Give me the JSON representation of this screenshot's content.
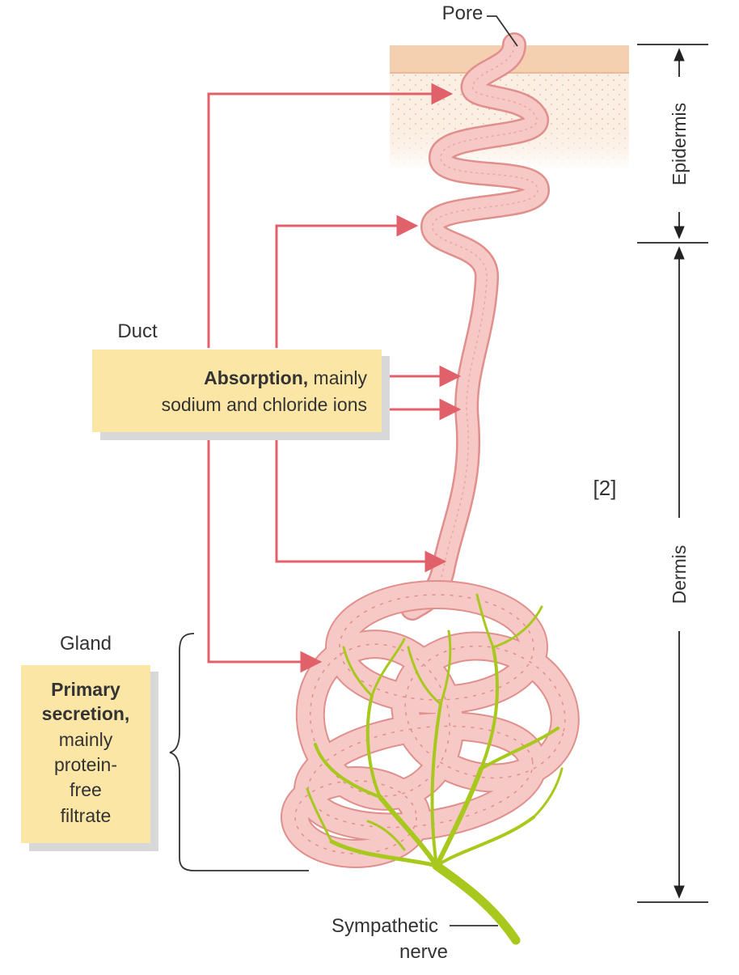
{
  "labels": {
    "pore": "Pore",
    "epidermis": "Epidermis",
    "dermis": "Dermis",
    "duct": "Duct",
    "gland": "Gland",
    "sympathetic_line1": "Sympathetic",
    "sympathetic_line2": "nerve",
    "reference_mark": "[2]"
  },
  "duct_box": {
    "bold": "Absorption,",
    "rest": " mainly",
    "line2": "sodium and chloride ions"
  },
  "gland_box": {
    "line1": "Primary",
    "line2": "secretion,",
    "line3": "mainly",
    "line4": "protein-",
    "line5": "free",
    "line6": "filtrate"
  },
  "colors": {
    "arrow": "#e0616a",
    "skin": "#f7dcc4",
    "duct_fill": "#f6c9c6",
    "duct_stroke": "#e08f8c",
    "nerve": "#a8c81e",
    "box_fill": "#fbe6a6",
    "box_shadow": "#d8d8d8"
  }
}
